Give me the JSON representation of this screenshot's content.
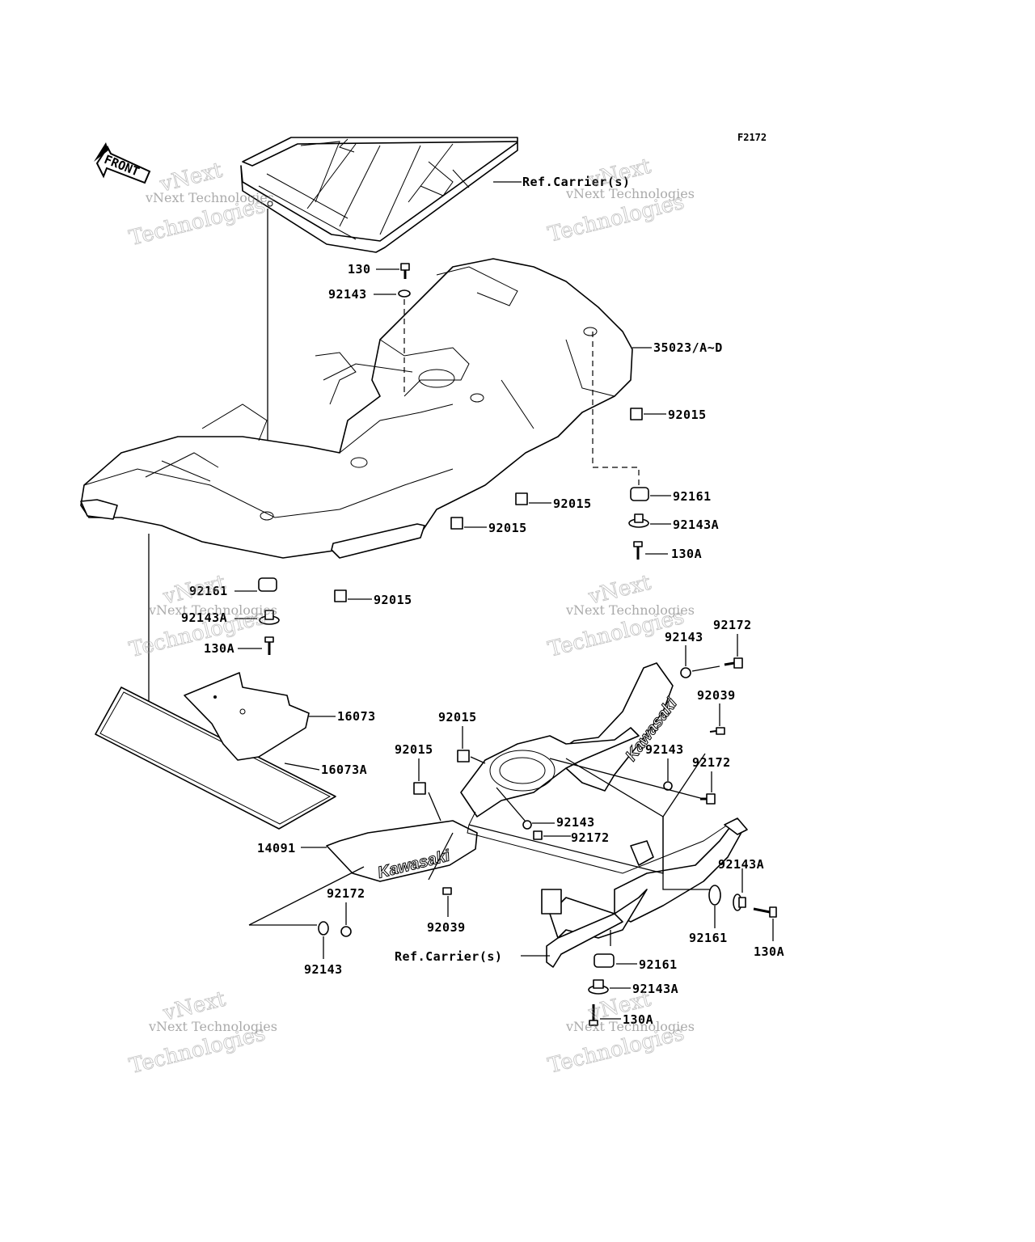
{
  "figure_code": "F2172",
  "front_label": "FRONT",
  "logo_text": "Kawasaki",
  "watermark": {
    "line1": "vNext Technologies",
    "line2": "vNext",
    "line3": "Technologies"
  },
  "labels": {
    "ref_carrier_top": "Ref.Carrier(s)",
    "ref_carrier_bottom": "Ref.Carrier(s)",
    "p130_top": "130",
    "p92143_top": "92143",
    "p35023": "35023/A~D",
    "p92015_r1": "92015",
    "p92015_r2": "92015",
    "p92015_r3": "92015",
    "p92015_r4": "92015",
    "p92161_r": "92161",
    "p92143A_r": "92143A",
    "p130A_r": "130A",
    "p92161_l": "92161",
    "p92143A_l": "92143A",
    "p130A_l": "130A",
    "p16073": "16073",
    "p16073A": "16073A",
    "p92172_a": "92172",
    "p92143_a": "92143",
    "p92039_a": "92039",
    "p92143_b": "92143",
    "p92172_b": "92172",
    "p92015_c": "92015",
    "p92015_d": "92015",
    "p92143_c": "92143",
    "p92172_c": "92172",
    "p14091": "14091",
    "p92172_d": "92172",
    "p92039_b": "92039",
    "p92143_d": "92143",
    "p92143A_b": "92143A",
    "p92161_b": "92161",
    "p130A_b": "130A",
    "p92161_c": "92161",
    "p92143A_c": "92143A",
    "p130A_c": "130A"
  }
}
